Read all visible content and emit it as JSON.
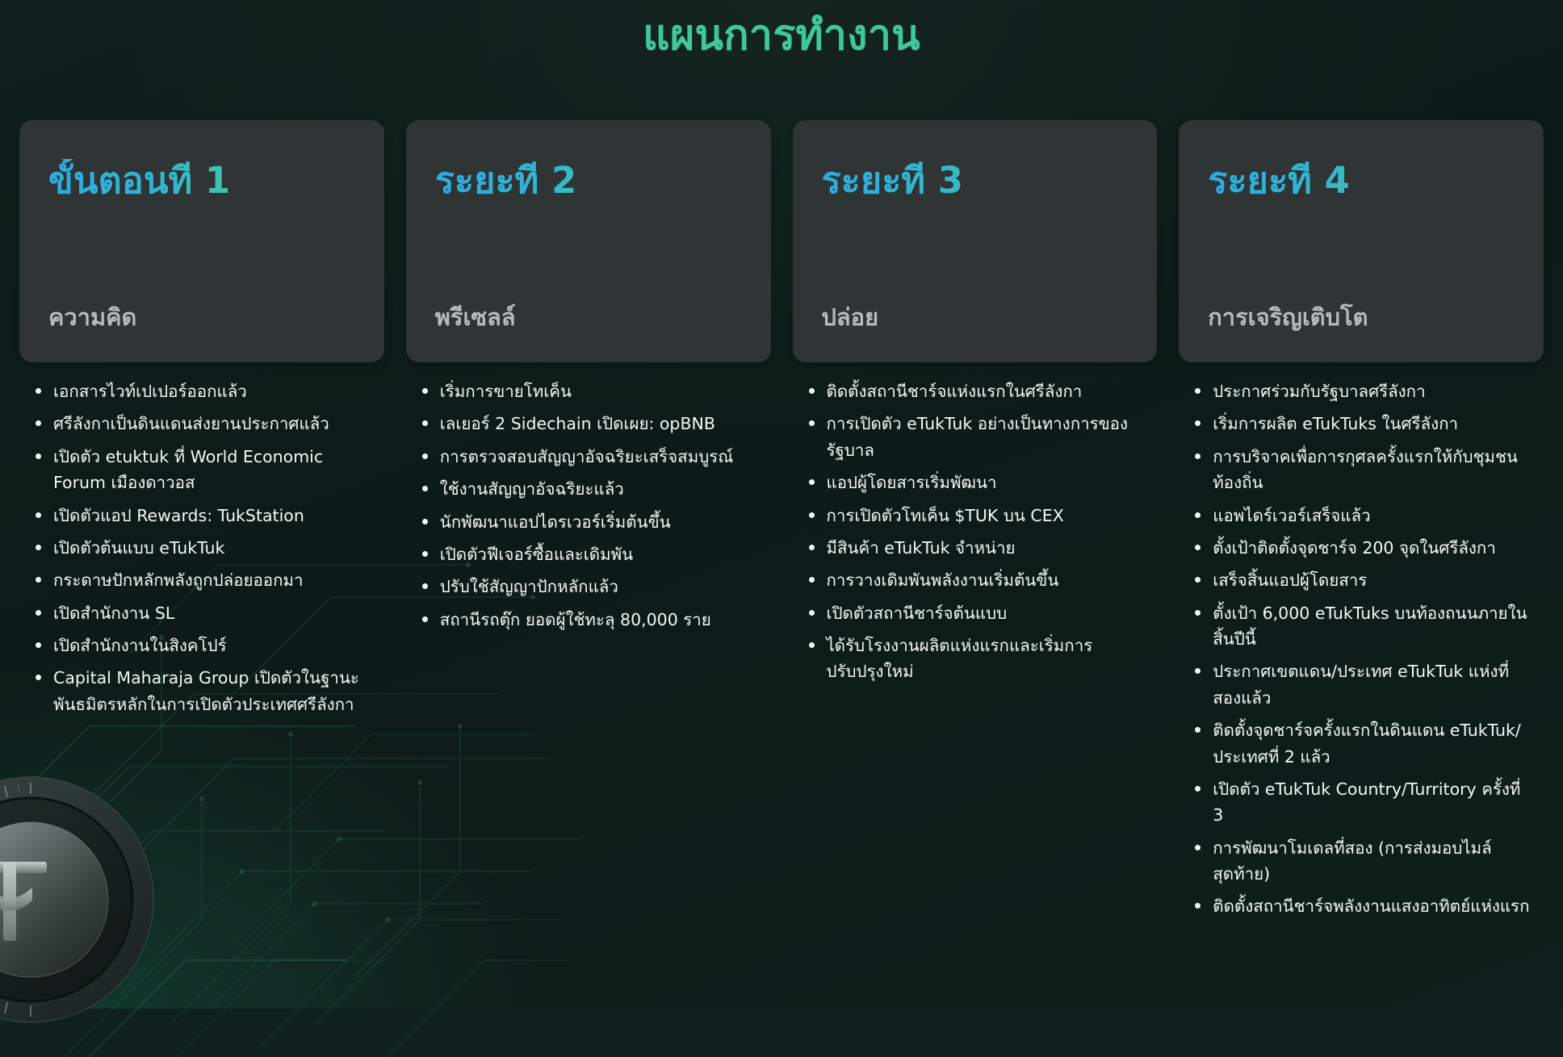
{
  "page": {
    "title": "แผนการทำงาน",
    "title_color": "#3ec79a",
    "background_color": "#10201c",
    "card_color": "#2f3434",
    "accent_gradient_from": "#2eaae2",
    "accent_gradient_to": "#5fcf92",
    "bullet_text_color": "#f4f7f6",
    "subtitle_color": "#b6bcbb"
  },
  "decor": {
    "coin_icon": "etuktuk-coin-dial",
    "coin_dial_marks": [
      "0",
      "10",
      "20",
      "30",
      "40",
      "50"
    ],
    "circuit_icon": "circuit-lines-pattern"
  },
  "phases": [
    {
      "name": "ขั้นตอนที 1",
      "subtitle": "ความคิด",
      "items": [
        "เอกสารไวท์เปเปอร์ออกแล้ว",
        "ศรีลังกาเป็นดินแดนส่งยานประกาศแล้ว",
        "เปิดตัว etuktuk ที่ World Economic Forum เมืองดาวอส",
        "เปิดตัวแอป Rewards: TukStation",
        "เปิดตัวต้นแบบ eTukTuk",
        "กระดาษปักหลักพลังถูกปล่อยออกมา",
        "เปิดสำนักงาน SL",
        "เปิดสำนักงานในสิงคโปร์",
        "Capital Maharaja Group เปิดตัวในฐานะพันธมิตรหลักในการเปิดตัวประเทศศรีลังกา"
      ]
    },
    {
      "name": "ระยะที 2",
      "subtitle": "พรีเซลล์",
      "items": [
        "เริ่มการขายโทเค็น",
        "เลเยอร์ 2 Sidechain เปิดเผย: opBNB",
        "การตรวจสอบสัญญาอัจฉริยะเสร็จสมบูรณ์",
        "ใช้งานสัญญาอัจฉริยะแล้ว",
        "นักพัฒนาแอปไดรเวอร์เริ่มต้นขึ้น",
        "เปิดตัวฟีเจอร์ซื้อและเดิมพัน",
        "ปรับใช้สัญญาปักหลักแล้ว",
        "สถานีรถตุ๊ก ยอดผู้ใช้ทะลุ 80,000 ราย"
      ]
    },
    {
      "name": "ระยะที 3",
      "subtitle": "ปล่อย",
      "items": [
        "ติดตั้งสถานีชาร์จแห่งแรกในศรีลังกา",
        "การเปิดตัว eTukTuk อย่างเป็นทางการของรัฐบาล",
        "แอปผู้โดยสารเริ่มพัฒนา",
        "การเปิดตัวโทเค็น $TUK บน CEX",
        "มีสินค้า eTukTuk จำหน่าย",
        "การวางเดิมพันพลังงานเริ่มต้นขึ้น",
        "เปิดตัวสถานีชาร์จต้นแบบ",
        "ได้รับโรงงานผลิตแห่งแรกและเริ่มการปรับปรุงใหม่"
      ]
    },
    {
      "name": "ระยะที 4",
      "subtitle": "การเจริญเติบโต",
      "items": [
        "ประกาศร่วมกับรัฐบาลศรีลังกา",
        "เริ่มการผลิต eTukTuks ในศรีลังกา",
        "การบริจาคเพื่อการกุศลครั้งแรกให้กับชุมชนท้องถิ่น",
        "แอพไดร์เวอร์เสร็จแล้ว",
        "ตั้งเป้าติดตั้งจุดชาร์จ 200 จุดในศรีลังกา",
        "เสร็จสิ้นแอปผู้โดยสาร",
        "ตั้งเป้า 6,000 eTukTuks บนท้องถนนภายในสิ้นปีนี้",
        "ประกาศเขตแดน/ประเทศ eTukTuk แห่งที่สองแล้ว",
        "ติดตั้งจุดชาร์จครั้งแรกในดินแดน eTukTuk/ประเทศที่ 2 แล้ว",
        "เปิดตัว eTukTuk Country/Turritory ครั้งที่ 3",
        "การพัฒนาโมเดลที่สอง (การส่งมอบไมล์สุดท้าย)",
        "ติดตั้งสถานีชาร์จพลังงานแสงอาทิตย์แห่งแรก"
      ]
    }
  ]
}
